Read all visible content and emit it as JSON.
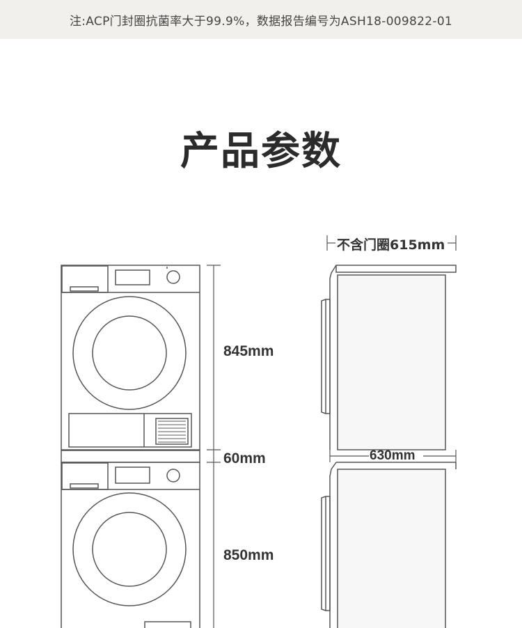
{
  "note": {
    "text": "注:ACP门封圈抗菌率大于99.9%，数据报告编号为ASH18-009822-01"
  },
  "section_title": "产品参数",
  "dimensions": {
    "dryer_height": "845mm",
    "gap_height": "60mm",
    "washer_height": "850mm",
    "width_without_ring": "不含门圈615mm",
    "depth": "630mm"
  },
  "colors": {
    "line": "#555555",
    "fill_panel": "#f7f7f7",
    "background_note": "#f2f0ec"
  }
}
